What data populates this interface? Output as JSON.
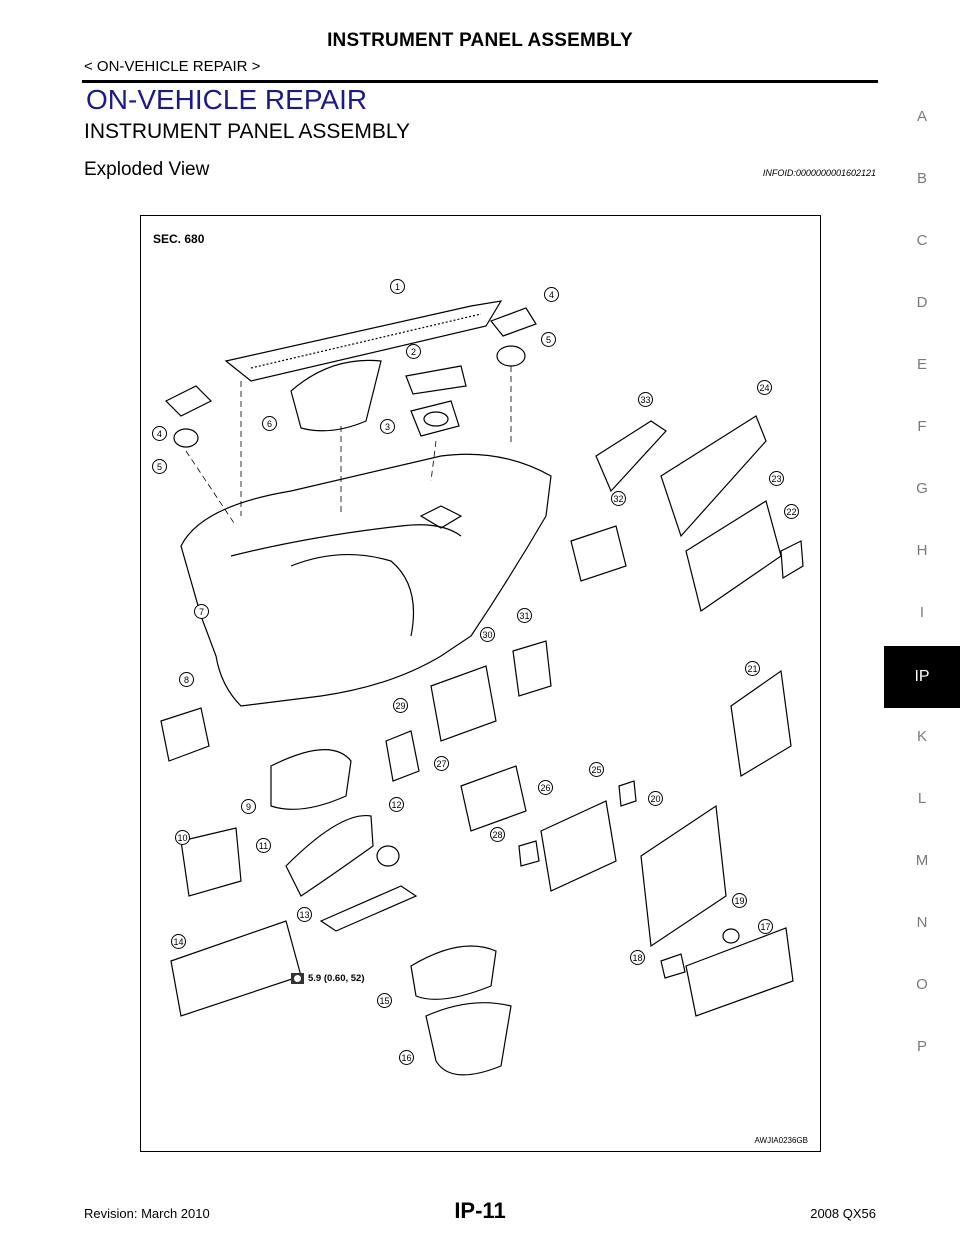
{
  "header": {
    "title": "INSTRUMENT PANEL ASSEMBLY",
    "breadcrumb": "< ON-VEHICLE REPAIR >"
  },
  "section": {
    "heading": "ON-VEHICLE REPAIR",
    "subheading": "INSTRUMENT PANEL ASSEMBLY",
    "view_title": "Exploded View",
    "infoid": "INFOID:0000000001602121"
  },
  "side_tabs": [
    "A",
    "B",
    "C",
    "D",
    "E",
    "F",
    "G",
    "H",
    "I",
    "IP",
    "K",
    "L",
    "M",
    "N",
    "O",
    "P"
  ],
  "active_tab": "IP",
  "figure": {
    "section_label": "SEC. 680",
    "torque_spec": "5.9 (0.60, 52)",
    "figure_code": "AWJIA0236GB",
    "callouts": [
      "1",
      "2",
      "3",
      "4",
      "4",
      "5",
      "5",
      "6",
      "7",
      "8",
      "9",
      "10",
      "11",
      "12",
      "13",
      "14",
      "15",
      "16",
      "17",
      "18",
      "19",
      "20",
      "21",
      "22",
      "23",
      "24",
      "25",
      "26",
      "27",
      "28",
      "29",
      "30",
      "31",
      "32",
      "33"
    ]
  },
  "footer": {
    "revision": "Revision: March 2010",
    "page": "IP-11",
    "model": "2008 QX56"
  }
}
